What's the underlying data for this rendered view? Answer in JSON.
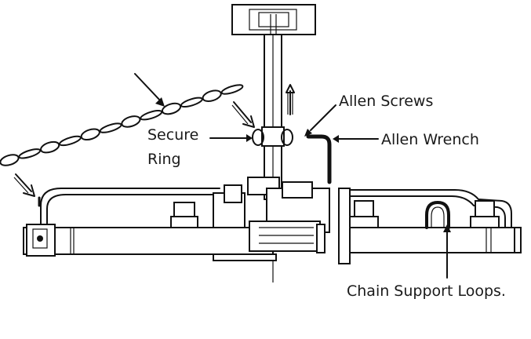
{
  "labels": {
    "allen_screws": "Allen Screws",
    "allen_wrench": "Allen Wrench",
    "secure_ring_line1": "Secure",
    "secure_ring_line2": "Ring",
    "chain_support_loops": "Chain Support Loops."
  },
  "colors": {
    "ink": "#111111",
    "background": "#ffffff"
  },
  "icons": [
    "up-arrow-icon",
    "chain-icon",
    "hollow-arrow-icon"
  ]
}
